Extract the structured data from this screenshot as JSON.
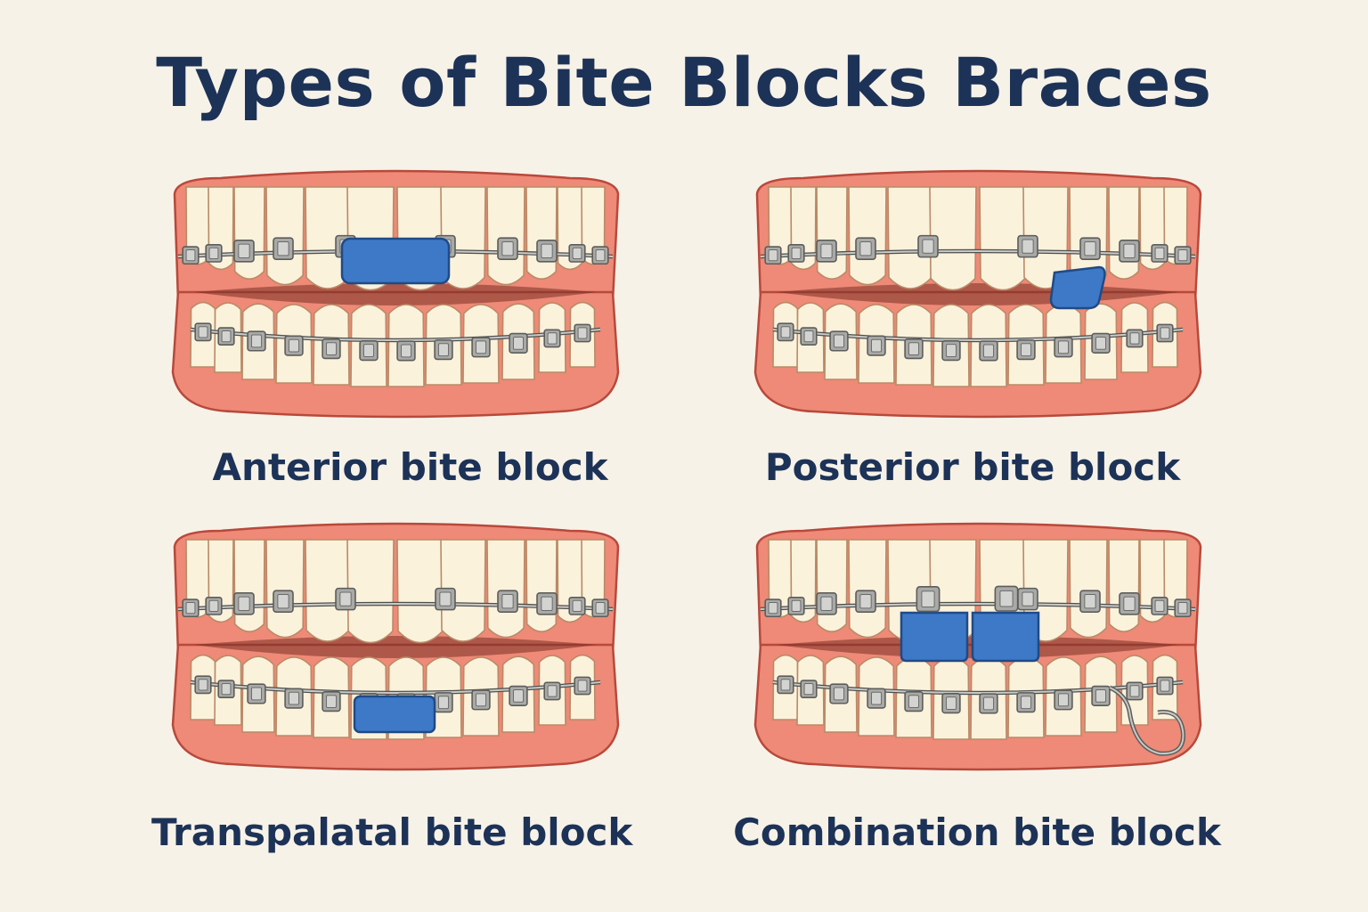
{
  "title": "Types of Bite Blocks Braces",
  "panels": [
    {
      "label": "Anterior bite block",
      "block_position": "upper front teeth",
      "has_spring_loop": false
    },
    {
      "label": "Posterior bite block",
      "block_position": "upper side tooth",
      "has_spring_loop": false
    },
    {
      "label": "Transpalatal bite block",
      "block_position": "lower front teeth",
      "has_spring_loop": false
    },
    {
      "label": "Combination bite block",
      "block_position": "upper front teeth",
      "has_spring_loop": true
    }
  ],
  "colors": {
    "background": "#f7f2e8",
    "text": "#1d3257",
    "gum": "#ee8a77",
    "gum_outline": "#b8493b",
    "tooth": "#fbf2dc",
    "tooth_outline": "#b98a66",
    "bracket": "#a9aaa7",
    "bite_block": "#3d79c6"
  }
}
